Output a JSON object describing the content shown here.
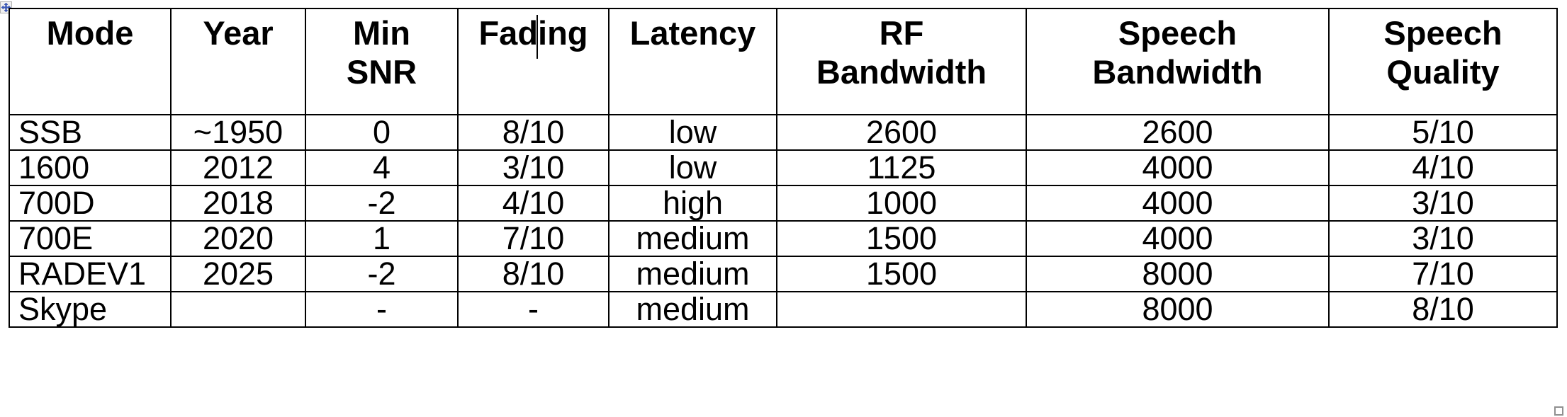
{
  "document": {
    "table_caption": "",
    "move_handle_icon": "move-cross-icon",
    "resize_handle_icon": "resize-handle-icon",
    "caret_present": true,
    "caret_in_cell": "Fading",
    "colors": {
      "border": "#000000",
      "text": "#000000",
      "background": "#ffffff",
      "move_handle_accent": "#3b5bbd",
      "resize_handle_border": "#909090"
    }
  },
  "table": {
    "headers": [
      {
        "line1": "Mode",
        "line2": ""
      },
      {
        "line1": "Year",
        "line2": ""
      },
      {
        "line1": "Min",
        "line2": "SNR"
      },
      {
        "line1": "Fading",
        "line2": ""
      },
      {
        "line1": "Latency",
        "line2": ""
      },
      {
        "line1": "RF",
        "line2": "Bandwidth"
      },
      {
        "line1": "Speech",
        "line2": "Bandwidth"
      },
      {
        "line1": "Speech",
        "line2": "Quality"
      }
    ],
    "rows": [
      {
        "mode": "SSB",
        "year": "~1950",
        "min_snr": "0",
        "fading": "8/10",
        "latency": "low",
        "rf_bandwidth": "2600",
        "speech_bandwidth": "2600",
        "speech_quality": "5/10"
      },
      {
        "mode": "1600",
        "year": "2012",
        "min_snr": "4",
        "fading": "3/10",
        "latency": "low",
        "rf_bandwidth": "1125",
        "speech_bandwidth": "4000",
        "speech_quality": "4/10"
      },
      {
        "mode": "700D",
        "year": "2018",
        "min_snr": "-2",
        "fading": "4/10",
        "latency": "high",
        "rf_bandwidth": "1000",
        "speech_bandwidth": "4000",
        "speech_quality": "3/10"
      },
      {
        "mode": "700E",
        "year": "2020",
        "min_snr": "1",
        "fading": "7/10",
        "latency": "medium",
        "rf_bandwidth": "1500",
        "speech_bandwidth": "4000",
        "speech_quality": "3/10"
      },
      {
        "mode": "RADEV1",
        "year": "2025",
        "min_snr": "-2",
        "fading": "8/10",
        "latency": "medium",
        "rf_bandwidth": "1500",
        "speech_bandwidth": "8000",
        "speech_quality": "7/10"
      },
      {
        "mode": "Skype",
        "year": "",
        "min_snr": "-",
        "fading": "-",
        "latency": "medium",
        "rf_bandwidth": "",
        "speech_bandwidth": "8000",
        "speech_quality": "8/10"
      }
    ]
  }
}
